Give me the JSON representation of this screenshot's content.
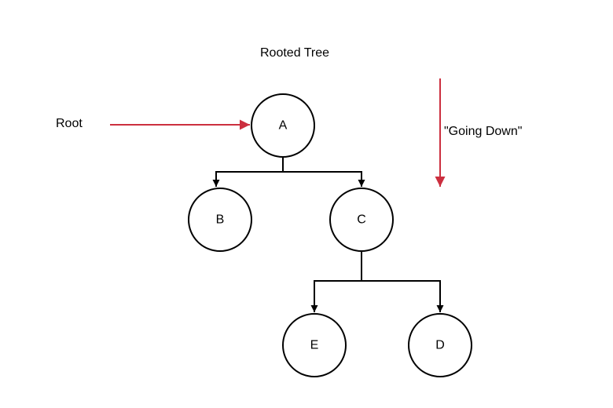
{
  "title": "Rooted Tree",
  "root_label": "Root",
  "direction_label": "\"Going Down\"",
  "colors": {
    "edge": "#000000",
    "annotation_arrow": "#cc2f3f",
    "node_fill": "#ffffff"
  },
  "nodes": [
    {
      "id": "A",
      "label": "A"
    },
    {
      "id": "B",
      "label": "B"
    },
    {
      "id": "C",
      "label": "C"
    },
    {
      "id": "E",
      "label": "E"
    },
    {
      "id": "D",
      "label": "D"
    }
  ],
  "edges": [
    {
      "from": "A",
      "to": "B"
    },
    {
      "from": "A",
      "to": "C"
    },
    {
      "from": "C",
      "to": "E"
    },
    {
      "from": "C",
      "to": "D"
    }
  ]
}
